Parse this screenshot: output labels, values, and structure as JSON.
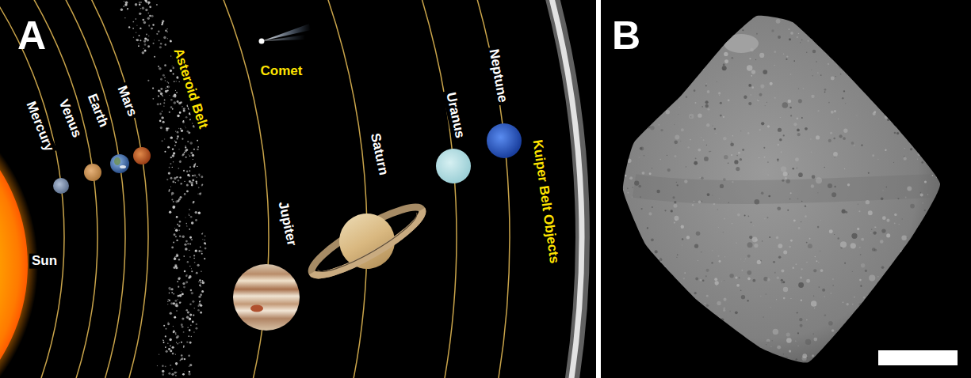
{
  "diagram": {
    "labels": [
      "A",
      "Sun",
      "Mercury",
      "Venus",
      "Earth",
      "Mars",
      "Asteroid Belt",
      "Comet",
      "Jupiter",
      "Saturn",
      "Uranus",
      "Neptune",
      "Kuiper Belt Objects",
      "B"
    ]
  }
}
